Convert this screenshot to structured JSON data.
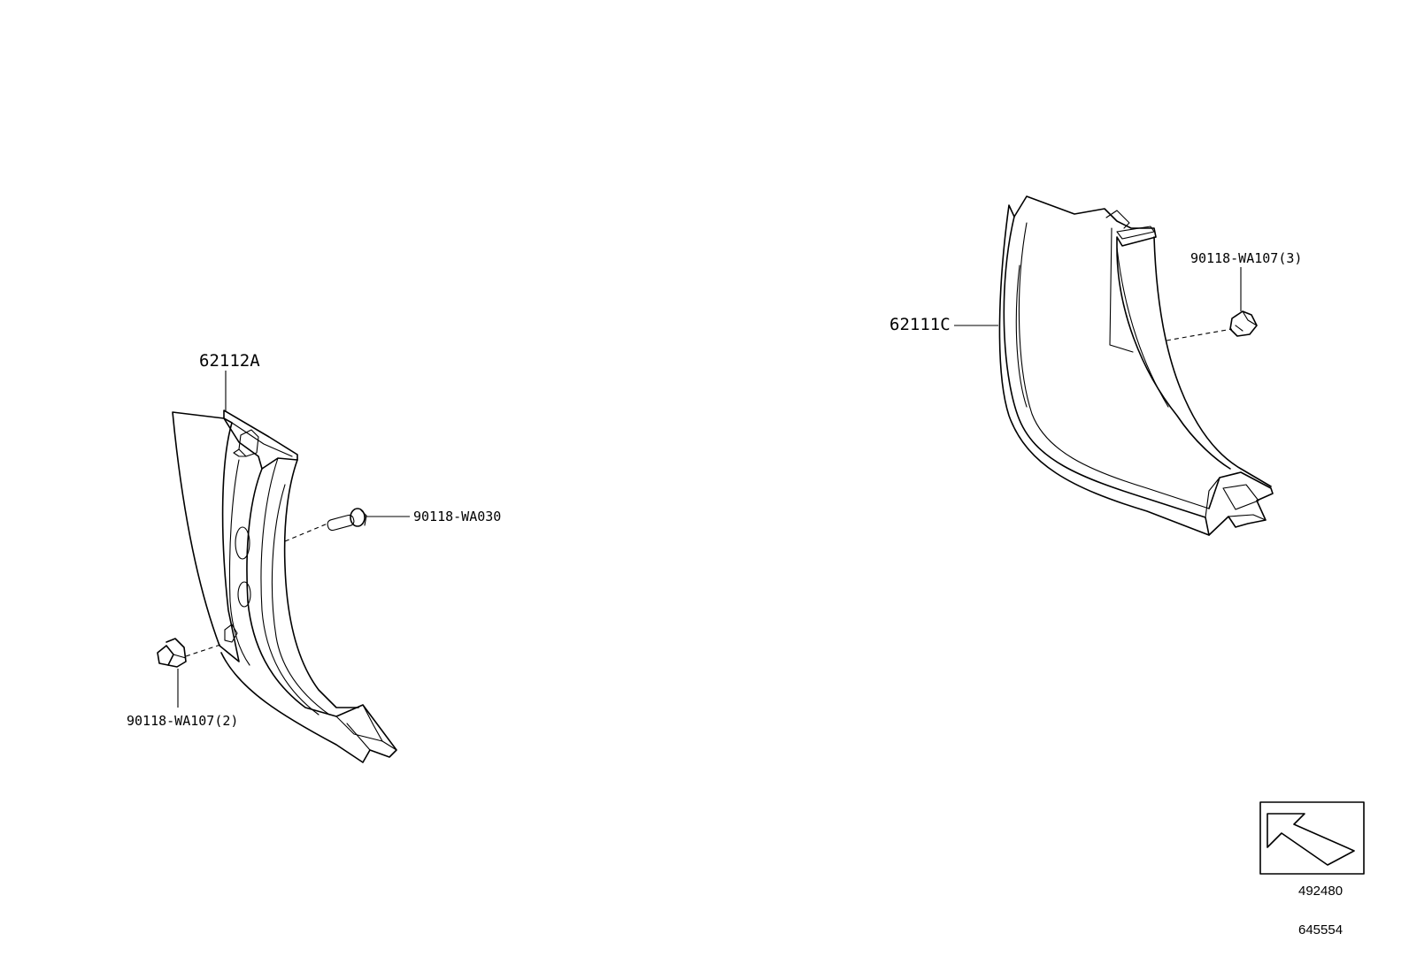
{
  "callouts": {
    "left_panel": "62112A",
    "right_panel": "62111C",
    "left_bolt": "90118-WA030",
    "left_clip": "90118-WA107(2)",
    "right_clip": "90118-WA107(3)"
  },
  "direction_indicator": {
    "icon": "front-arrow-icon"
  },
  "reference_numbers": {
    "figure": "492480",
    "diagram": "645554"
  }
}
